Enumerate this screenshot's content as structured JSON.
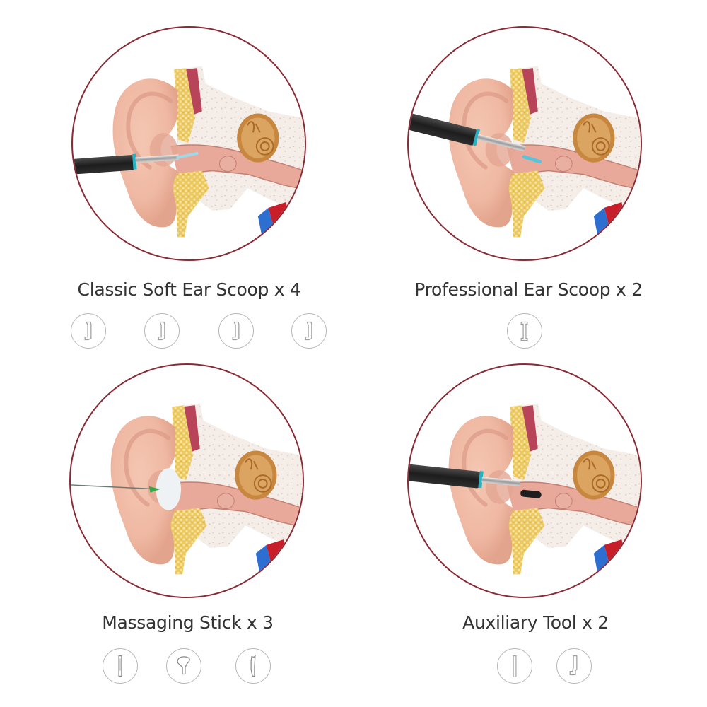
{
  "colors": {
    "circle_border": "#8a2a35",
    "caption_text": "#333333",
    "icon_stroke": "#a0a0a0",
    "icon_ring": "#b8b8b8",
    "skin": "#f1c3ad",
    "bone": "#f3ece6",
    "fat": "#e7c25a",
    "cochlea": "#c7873e",
    "vein_blue": "#2d6fd1",
    "artery_red": "#c81e2a",
    "scope_body": "#2a2a2a",
    "scope_ring": "#27b2c4"
  },
  "panels": [
    {
      "id": "classic-soft-ear-scoop",
      "caption": "Classic Soft Ear Scoop x 4",
      "illustration": "ear-canal-with-scope-and-soft-scoop",
      "accessory_icons": [
        "soft-scoop-icon",
        "soft-scoop-icon",
        "soft-scoop-icon",
        "soft-scoop-icon"
      ]
    },
    {
      "id": "professional-ear-scoop",
      "caption": "Professional Ear Scoop x 2",
      "illustration": "ear-canal-with-scope-and-pro-scoop",
      "accessory_icons": [
        "pro-scoop-icon"
      ]
    },
    {
      "id": "massaging-stick",
      "caption": "Massaging Stick x 3",
      "illustration": "ear-canal-with-massaging-stick",
      "accessory_icons": [
        "straight-stick-icon",
        "spoon-tip-icon",
        "angled-stick-icon"
      ]
    },
    {
      "id": "auxiliary-tool",
      "caption": "Auxiliary Tool x 2",
      "illustration": "ear-canal-with-scope-and-auxiliary-tip",
      "accessory_icons": [
        "straight-rod-icon",
        "hook-rod-icon"
      ]
    }
  ]
}
